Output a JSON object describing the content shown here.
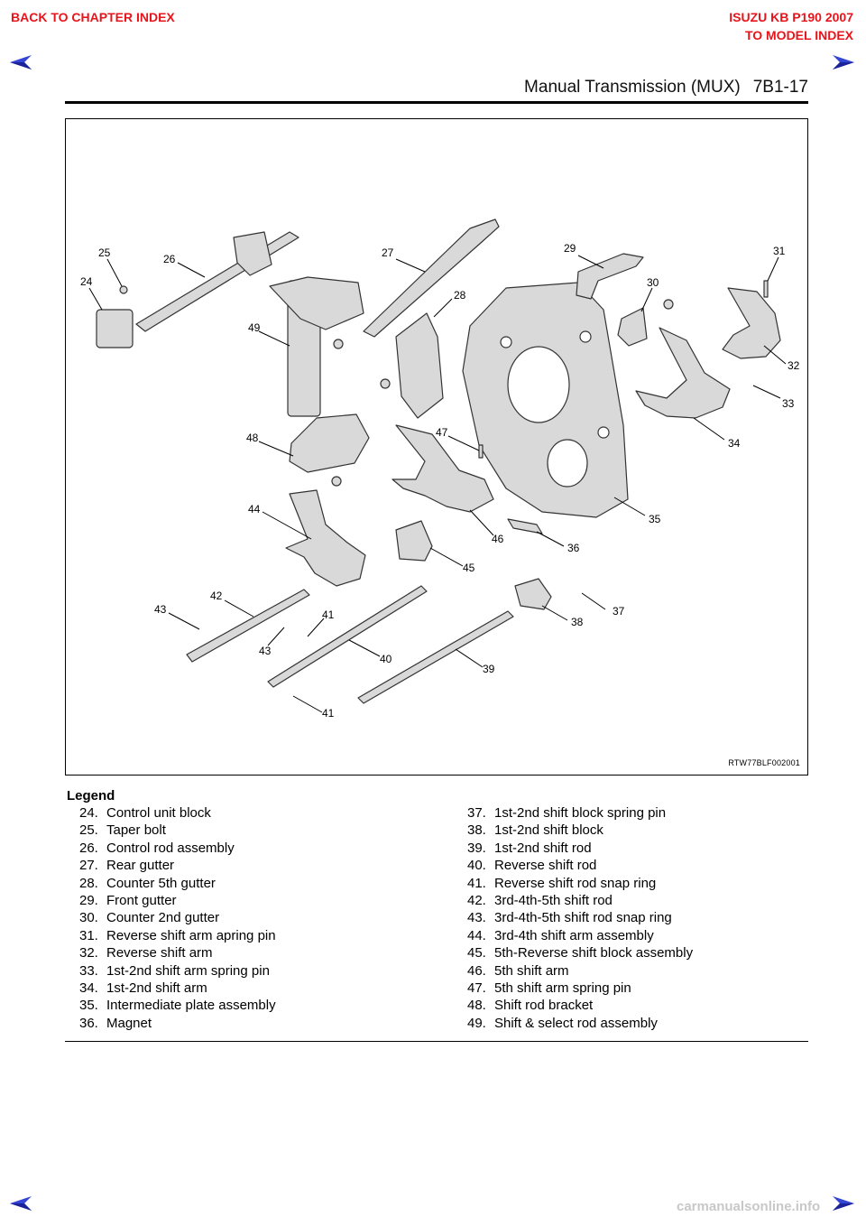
{
  "nav": {
    "back_to_chapter": "BACK TO CHAPTER INDEX",
    "model_title": "ISUZU KB P190 2007",
    "to_model_index": "TO MODEL INDEX",
    "accent_color": "#e8141b"
  },
  "header": {
    "section": "Manual Transmission (MUX)",
    "page_number": "7B1-17"
  },
  "figure": {
    "code": "RTW77BLF002001",
    "callouts": [
      "24",
      "25",
      "26",
      "27",
      "28",
      "29",
      "30",
      "31",
      "32",
      "33",
      "34",
      "35",
      "36",
      "37",
      "38",
      "39",
      "40",
      "41",
      "41",
      "42",
      "43",
      "43",
      "44",
      "45",
      "46",
      "47",
      "48",
      "49"
    ]
  },
  "legend": {
    "title": "Legend",
    "left": [
      {
        "num": "24.",
        "text": "Control unit block"
      },
      {
        "num": "25.",
        "text": "Taper bolt"
      },
      {
        "num": "26.",
        "text": "Control rod assembly"
      },
      {
        "num": "27.",
        "text": "Rear gutter"
      },
      {
        "num": "28.",
        "text": "Counter 5th gutter"
      },
      {
        "num": "29.",
        "text": "Front gutter"
      },
      {
        "num": "30.",
        "text": "Counter 2nd gutter"
      },
      {
        "num": "31.",
        "text": "Reverse shift arm apring pin"
      },
      {
        "num": "32.",
        "text": "Reverse shift arm"
      },
      {
        "num": "33.",
        "text": "1st-2nd shift arm spring pin"
      },
      {
        "num": "34.",
        "text": "1st-2nd shift arm"
      },
      {
        "num": "35.",
        "text": "Intermediate plate assembly"
      },
      {
        "num": "36.",
        "text": "Magnet"
      }
    ],
    "right": [
      {
        "num": "37.",
        "text": "1st-2nd shift block spring pin"
      },
      {
        "num": "38.",
        "text": "1st-2nd shift block"
      },
      {
        "num": "39.",
        "text": "1st-2nd shift rod"
      },
      {
        "num": "40.",
        "text": "Reverse shift rod"
      },
      {
        "num": "41.",
        "text": "Reverse shift rod snap ring"
      },
      {
        "num": "42.",
        "text": "3rd-4th-5th shift rod"
      },
      {
        "num": "43.",
        "text": "3rd-4th-5th shift rod snap ring"
      },
      {
        "num": "44.",
        "text": "3rd-4th shift arm assembly"
      },
      {
        "num": "45.",
        "text": "5th-Reverse shift block assembly"
      },
      {
        "num": "46.",
        "text": "5th shift arm"
      },
      {
        "num": "47.",
        "text": "5th shift arm spring pin"
      },
      {
        "num": "48.",
        "text": "Shift rod bracket"
      },
      {
        "num": "49.",
        "text": "Shift & select rod assembly"
      }
    ]
  },
  "footer": {
    "watermark": "carmanualsonline.info"
  }
}
